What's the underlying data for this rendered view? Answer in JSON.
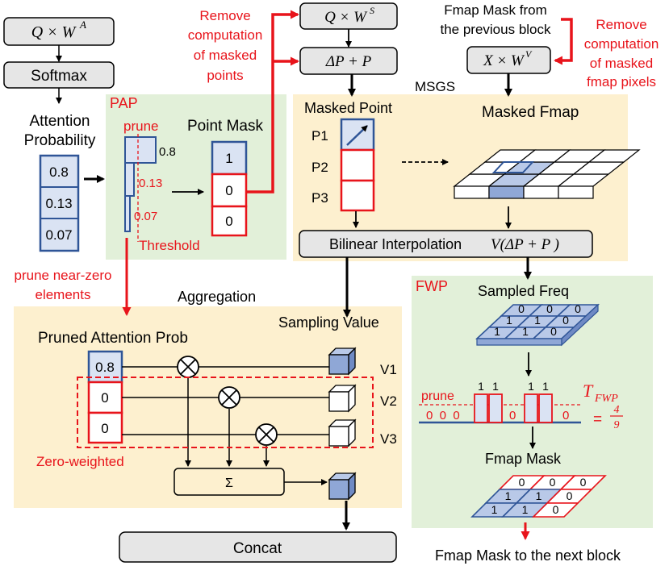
{
  "colors": {
    "gray_box": "#e6e6e6",
    "green_panel": "#e2f0d9",
    "yellow_panel": "#fdf0cf",
    "blue_cell": "#dae3f3",
    "blue_stroke": "#2f5597",
    "red": "#e8141b",
    "cube_blue": "#8fa7d6",
    "cube_blue_dark": "#6f8ac4"
  },
  "top": {
    "qwa": "Q × W",
    "qwa_sup": "A",
    "softmax": "Softmax",
    "attention_label_1": "Attention",
    "attention_label_2": "Probability",
    "attention_values": [
      "0.8",
      "0.13",
      "0.07"
    ],
    "qws": "Q × W",
    "qws_sup": "S",
    "dpp": "ΔP + P",
    "xwv": "X × W",
    "xwv_sup": "V",
    "fmap_prev_1": "Fmap Mask from",
    "fmap_prev_2": "the previous block",
    "remove_points_1": "Remove",
    "remove_points_2": "computation",
    "remove_points_3": "of masked",
    "remove_points_4": "points",
    "remove_fmap_1": "Remove",
    "remove_fmap_2": "computation",
    "remove_fmap_3": "of masked",
    "remove_fmap_4": "fmap pixels"
  },
  "pap": {
    "title": "PAP",
    "prune": "prune",
    "v08": "0.8",
    "v013": "0.13",
    "v007": "0.07",
    "threshold": "Threshold",
    "point_mask": "Point Mask",
    "mask_values": [
      "1",
      "0",
      "0"
    ]
  },
  "msgs": {
    "title": "MSGS",
    "masked_point": "Masked Point",
    "masked_fmap": "Masked Fmap",
    "p_labels": [
      "P1",
      "P2",
      "P3"
    ],
    "bilinear": "Bilinear Interpolation",
    "bilinear_formula": "V(ΔP + P )"
  },
  "prune_near_zero_1": "prune near-zero",
  "prune_near_zero_2": "elements",
  "aggregation": {
    "title": "Aggregation",
    "sampling_value": "Sampling Value",
    "pruned_prob": "Pruned Attention Prob",
    "prob_values": [
      "0.8",
      "0",
      "0"
    ],
    "v_labels": [
      "V1",
      "V2",
      "V3"
    ],
    "sigma": "Σ",
    "zero_weighted": "Zero-weighted"
  },
  "fwp": {
    "title": "FWP",
    "sampled_freq": "Sampled Freq",
    "freq_grid": [
      [
        "0",
        "0",
        "0"
      ],
      [
        "1",
        "1",
        "0"
      ],
      [
        "1",
        "1",
        "0"
      ]
    ],
    "prune": "prune",
    "zeros_left": "0  0  0",
    "bar_labels": [
      "1",
      "1",
      "1",
      "1"
    ],
    "zero_mid": "0",
    "zero_right": "0",
    "threshold_T": "T",
    "threshold_sub": "FWP",
    "threshold_eq": "=",
    "threshold_num": "4",
    "threshold_den": "9",
    "fmap_mask": "Fmap Mask",
    "mask_grid": [
      [
        "0",
        "0",
        "0"
      ],
      [
        "1",
        "1",
        "0"
      ],
      [
        "1",
        "1",
        "0"
      ]
    ]
  },
  "concat": "Concat",
  "fmap_next": "Fmap Mask to the next block"
}
